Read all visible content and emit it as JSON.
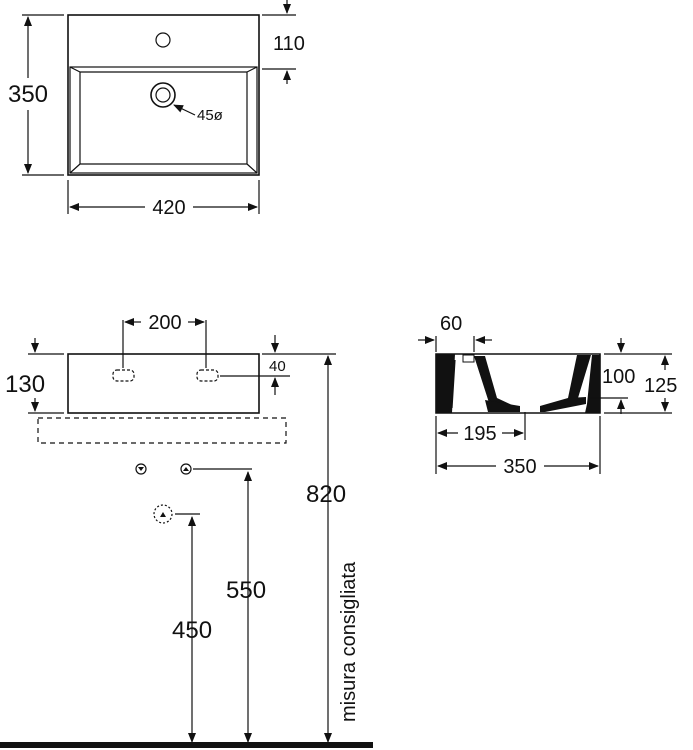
{
  "top_view": {
    "height_label": "350",
    "width_label": "420",
    "taphole_offset_label": "110",
    "drain_label": "45ø"
  },
  "front_view": {
    "taphole_spacing_label": "200",
    "height_label": "130",
    "slot_offset_label": "40",
    "total_height_label": "820",
    "supply_height_label": "550",
    "drain_height_label": "450",
    "recommended_note": "misura consigliata"
  },
  "section_view": {
    "rim_label": "60",
    "inner_depth_label": "100",
    "outer_depth_label": "125",
    "drain_pos_label": "195",
    "depth_label": "350"
  }
}
